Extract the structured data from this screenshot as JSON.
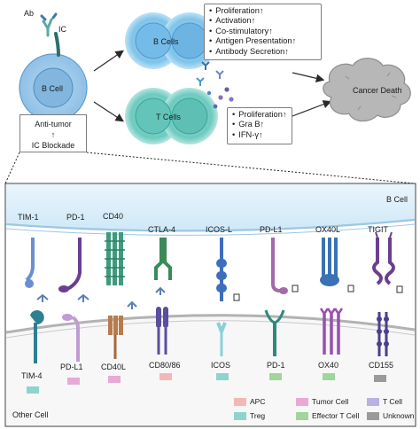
{
  "top": {
    "ab_label": "Ab",
    "ic_label": "IC",
    "bcell_label": "B Cell",
    "antitumor_line1": "Anti-tumor",
    "antitumor_arrow": "↑",
    "antitumor_line2": "IC Blockade",
    "bcells_label": "B Cells",
    "tcells_label": "T Cells",
    "cancer_label": "Cancer Death",
    "bcell_effects": [
      "Proliferation↑",
      "Activation↑",
      "Co-stimulatory↑",
      "Antigen Presentation↑",
      "Antibody Secretion↑"
    ],
    "tcell_effects": [
      "Proliferation↑",
      "Gra B↑",
      "IFN-γ↑"
    ]
  },
  "bottom": {
    "top_cell_label": "B Cell",
    "bottom_cell_label": "Other Cell",
    "receptors": [
      {
        "name": "TIM-1",
        "ligand": "TIM-4",
        "ligand_type": "Treg"
      },
      {
        "name": "PD-1",
        "ligand": "PD-L1",
        "ligand_type": "Tumor Cell"
      },
      {
        "name": "CD40",
        "ligand": "CD40L",
        "ligand_type": "Tumor Cell"
      },
      {
        "name": "CTLA-4",
        "ligand": "CD80/86",
        "ligand_type": "APC"
      },
      {
        "name": "ICOS-L",
        "ligand": "ICOS",
        "ligand_type": "Treg"
      },
      {
        "name": "PD-L1",
        "ligand": "PD-1",
        "ligand_type": "Effector T Cell"
      },
      {
        "name": "OX40L",
        "ligand": "OX40",
        "ligand_type": "Effector T Cell"
      },
      {
        "name": "TIGIT",
        "ligand": "CD155",
        "ligand_type": "Unknown"
      }
    ]
  },
  "legend": [
    {
      "label": "APC",
      "color": "#f2b8b8"
    },
    {
      "label": "Tumor Cell",
      "color": "#e8a9d4"
    },
    {
      "label": "T Cell",
      "color": "#b9b0e4"
    },
    {
      "label": "Treg",
      "color": "#8fd3cf"
    },
    {
      "label": "Effector T Cell",
      "color": "#9fd69a"
    },
    {
      "label": "Unknown",
      "color": "#9a9a9a"
    }
  ]
}
